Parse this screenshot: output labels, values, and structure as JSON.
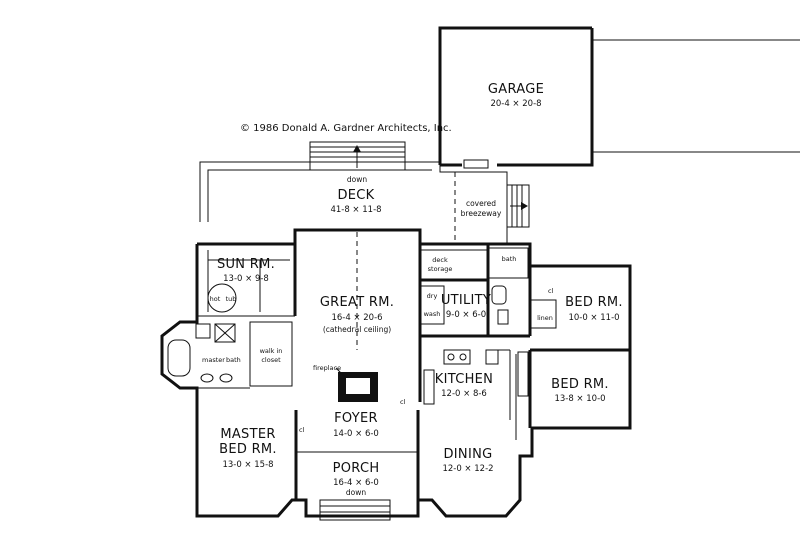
{
  "copyright": "© 1986 Donald A. Gardner Architects, Inc.",
  "rooms": {
    "garage": {
      "name": "GARAGE",
      "dim": "20-4 × 20-8"
    },
    "deck": {
      "name": "DECK",
      "dim": "41-8 × 11-8"
    },
    "sun_room": {
      "name": "SUN RM.",
      "dim": "13-0 × 9-8"
    },
    "great_room": {
      "name": "GREAT RM.",
      "dim": "16-4 × 20-6",
      "note": "(cathedral  ceiling)"
    },
    "utility": {
      "name": "UTILITY",
      "dim": "9-0 × 6-0"
    },
    "bed_room_1": {
      "name": "BED RM.",
      "dim": "10-0 × 11-0"
    },
    "bed_room_2": {
      "name": "BED RM.",
      "dim": "13-8 × 10-0"
    },
    "kitchen": {
      "name": "KITCHEN",
      "dim": "12-0 × 8-6"
    },
    "foyer": {
      "name": "FOYER",
      "dim": "14-0 × 6-0"
    },
    "master_bed": {
      "name_line1": "MASTER",
      "name_line2": "BED RM.",
      "dim": "13-0 × 15-8"
    },
    "porch": {
      "name": "PORCH",
      "dim": "16-4 × 6-0"
    },
    "dining": {
      "name": "DINING",
      "dim": "12-0 × 12-2"
    }
  },
  "labels": {
    "down_deck": "down",
    "down_porch": "down",
    "covered_breezeway_1": "covered",
    "covered_breezeway_2": "breezeway",
    "deck_storage_1": "deck",
    "deck_storage_2": "storage",
    "bath": "bath",
    "dry": "dry",
    "wash": "wash",
    "linen": "linen",
    "hot_tub_1": "hot",
    "hot_tub_2": "tub",
    "master_bath_1": "master",
    "master_bath_2": "bath",
    "walk_in_closet_1": "walk in",
    "walk_in_closet_2": "closet",
    "fireplace": "fireplace",
    "cl": "cl"
  }
}
